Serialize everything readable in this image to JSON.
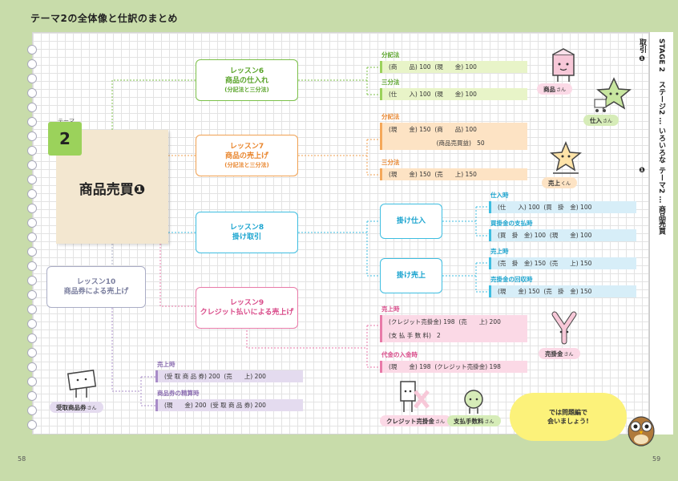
{
  "page_title": "テーマ2の全体像と仕訳のまとめ",
  "sidebar": {
    "stage": "STAGE 2",
    "stage_title": "ステージ2 … いろいろな取引 ❶",
    "theme_title": "テーマ2 … 商品売買 ❶"
  },
  "page_numbers": {
    "left": "58",
    "right": "59"
  },
  "theme": {
    "label": "テーマ",
    "number": "2",
    "name": "商品売買❶"
  },
  "lessons": {
    "l6": {
      "title": "レッスン6",
      "name": "商品の仕入れ",
      "sub": "(分記法と三分法)"
    },
    "l7": {
      "title": "レッスン7",
      "name": "商品の売上げ",
      "sub": "(分記法と三分法)"
    },
    "l8": {
      "title": "レッスン8",
      "name": "掛け取引"
    },
    "l9": {
      "title": "レッスン9",
      "name": "クレジット払いによる売上げ"
    },
    "l10": {
      "title": "レッスン10",
      "name": "商品券による売上げ"
    }
  },
  "sub_nodes": {
    "kake_shiire": "掛け仕入",
    "kake_uriage": "掛け売上"
  },
  "entries": {
    "l6_bunkiho_label": "分記法",
    "l6_bunkiho": "(商　　品) 100  (現　　金) 100",
    "l6_sanbunho_label": "三分法",
    "l6_sanbunho": "(仕　　入) 100  (現　　金) 100",
    "l7_bunkiho_label": "分記法",
    "l7_bunkiho_1": "(現　　金) 150  (商　　品) 100",
    "l7_bunkiho_2": "                         (商品売買益)   50",
    "l7_sanbunho_label": "三分法",
    "l7_sanbunho": "(現　　金) 150  (売　　上) 150",
    "shiire_ji_label": "仕入時",
    "shiire_ji": "(仕　　入) 100  (買　掛　金) 100",
    "kaikake_label": "買掛金の支払時",
    "kaikake": "(買　掛　金) 100  (現　　金) 100",
    "uriage_ji_label": "売上時",
    "uriage_ji": "(売　掛　金) 150  (売　　上) 150",
    "urikake_label": "売掛金の回収時",
    "urikake": "(現　　金) 150  (売　掛　金) 150",
    "credit_label": "売上時",
    "credit_1": "(クレジット売掛金) 198  (売　　上) 200",
    "credit_2": "(支 払 手 数 料)   2",
    "daikin_label": "代金の入金時",
    "daikin": "(現　　金) 198  (クレジット売掛金) 198",
    "l10_uriage_label": "売上時",
    "l10_uriage": "(受 取 商 品 券) 200  (売　　上) 200",
    "l10_seisan_label": "商品券の精算時",
    "l10_seisan": "(現　　金) 200  (受 取 商 品 券) 200"
  },
  "characters": {
    "shohin": "商品",
    "shiire": "仕入",
    "uriage": "売上",
    "uriagekun": "くん",
    "urikakekin": "売掛金",
    "credit": "クレジット売掛金",
    "tesuryo": "支払手数料",
    "uketori": "受取商品券",
    "san": "さん"
  },
  "bubble": {
    "line1": "では問題編で",
    "line2": "会いましょう!"
  }
}
